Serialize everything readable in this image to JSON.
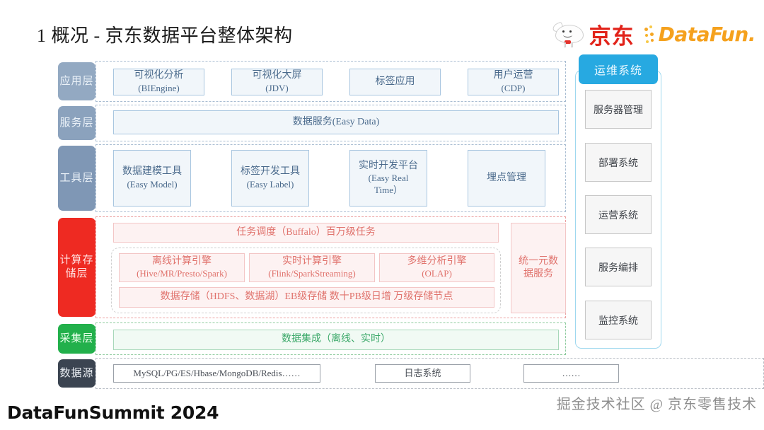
{
  "title": "1 概况 - 京东数据平台整体架构",
  "logos": {
    "jd_text": "京东",
    "datafun_text": "DataFun."
  },
  "layers": [
    {
      "tag": "应用层",
      "cells": [
        {
          "cn": "可视化分析",
          "en": "(BIEngine)"
        },
        {
          "cn": "可视化大屏",
          "en": "(JDV)"
        },
        {
          "cn": "标签应用",
          "en": ""
        },
        {
          "cn": "用户运营",
          "en": "(CDP)"
        }
      ]
    },
    {
      "tag": "服务层",
      "cells": [
        {
          "cn": "数据服务(Easy Data)",
          "en": ""
        }
      ]
    },
    {
      "tag": "工具层",
      "cells": [
        {
          "cn": "数据建模工具",
          "en": "(Easy Model)"
        },
        {
          "cn": "标签开发工具",
          "en": "(Easy Label)"
        },
        {
          "cn": "实时开发平台",
          "en": "(Easy Real Time）"
        },
        {
          "cn": "埋点管理",
          "en": ""
        }
      ]
    },
    {
      "tag": "计算存储层",
      "scheduler": "任务调度（Buffalo）百万级任务",
      "engines": [
        {
          "cn": "离线计算引擎",
          "en": "(Hive/MR/Presto/Spark)"
        },
        {
          "cn": "实时计算引擎",
          "en": "(Flink/SparkStreaming)"
        },
        {
          "cn": "多维分析引擎",
          "en": "(OLAP)"
        }
      ],
      "storage": "数据存储（HDFS、数据湖）EB级存储 数十PB级日增 万级存储节点",
      "metadata": "统一元数据服务"
    },
    {
      "tag": "采集层",
      "cells": [
        {
          "cn": "数据集成（离线、实时）",
          "en": ""
        }
      ]
    },
    {
      "tag": "数据源",
      "cells": [
        {
          "cn": "MySQL/PG/ES/Hbase/MongoDB/Redis……",
          "en": ""
        },
        {
          "cn": "日志系统",
          "en": ""
        },
        {
          "cn": "……",
          "en": ""
        }
      ]
    }
  ],
  "ops": {
    "header": "运维系统",
    "items": [
      "服务器管理",
      "部署系统",
      "运营系统",
      "服务编排",
      "监控系统"
    ]
  },
  "footer": {
    "left": "DataFunSummit 2024",
    "right": "掘金技术社区 @ 京东零售技术"
  },
  "colors": {
    "red": "#ee2a22",
    "green": "#22b04b",
    "dark": "#3b4451",
    "ops_blue": "#27a9e1",
    "jd_red": "#e2231a",
    "datafun_orange": "#f5a11d"
  }
}
